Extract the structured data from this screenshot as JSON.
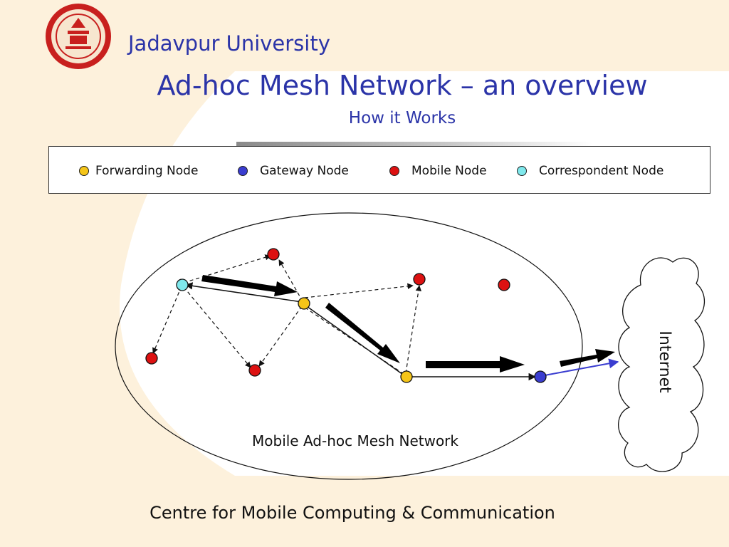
{
  "header": {
    "logo_icon": "university-seal-icon",
    "university": "Jadavpur University",
    "title": "Ad-hoc Mesh  Network – an overview",
    "subtitle": "How it Works"
  },
  "legend": [
    {
      "label": "Forwarding Node",
      "color": "#f5c518"
    },
    {
      "label": "Gateway Node",
      "color": "#3a3dd0"
    },
    {
      "label": "Mobile Node",
      "color": "#dd1111"
    },
    {
      "label": "Correspondent Node",
      "color": "#7fe8ec"
    }
  ],
  "diagram": {
    "network_label": "Mobile Ad-hoc Mesh Network",
    "cloud_label": "Internet"
  },
  "footer": {
    "text": "Centre for Mobile Computing & Communication"
  }
}
